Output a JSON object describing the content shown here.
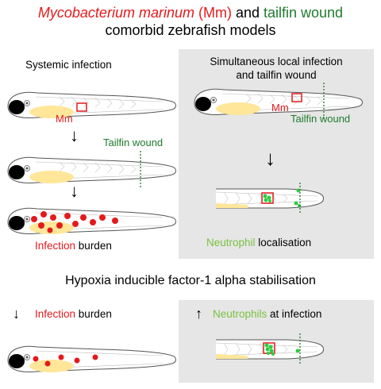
{
  "title": {
    "line1_part1": "Mycobacterium marinum",
    "line1_part2": " (Mm)",
    "line1_part3": " and ",
    "line1_part4": "tailfin wound",
    "line2": "comorbid zebrafish models"
  },
  "left_panel": {
    "heading": "Systemic infection",
    "mm_label": "Mm",
    "wound_label": "Tailfin wound",
    "burden_word1": "Infection",
    "burden_word2": " burden"
  },
  "right_panel": {
    "heading_line1": "Simultaneous local infection",
    "heading_line2": "and tailfin wound",
    "mm_label": "Mm",
    "wound_label": "Tailfin wound",
    "neutrophil_word1": "Neutrophil",
    "neutrophil_word2": " localisation"
  },
  "middle_heading": "Hypoxia inducible factor-1 alpha stabilisation",
  "bottom_left": {
    "arrow": "↓",
    "word1": "Infection",
    "word2": " burden"
  },
  "bottom_right": {
    "arrow": "↑",
    "word1": "Neutrophils",
    "word2": " at infection"
  },
  "colors": {
    "red": "#e31a1c",
    "dark_green": "#1f7a2e",
    "light_green": "#7ac142",
    "panel_grey": "#e6e6e6",
    "yolk": "#ffe699",
    "bacteria": "#e31a1c",
    "neutrophil": "#2ecc40"
  }
}
